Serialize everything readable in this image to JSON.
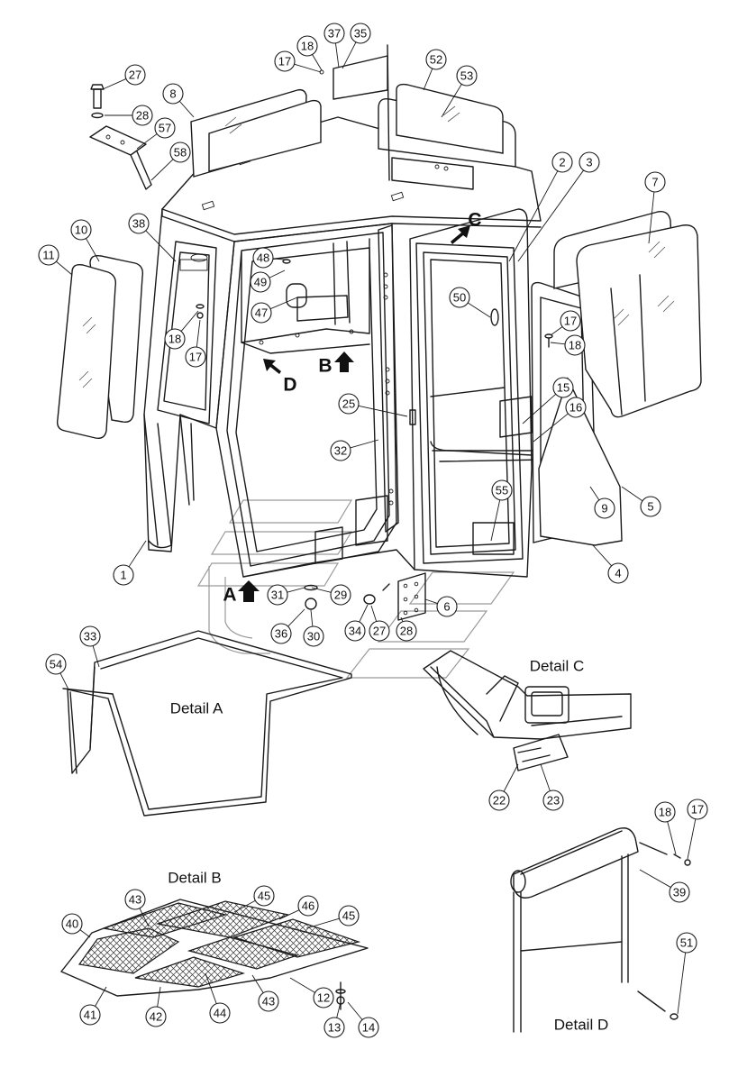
{
  "callouts": [
    {
      "id": "c1",
      "label": "1"
    },
    {
      "id": "c2",
      "label": "2"
    },
    {
      "id": "c3",
      "label": "3"
    },
    {
      "id": "c4",
      "label": "4"
    },
    {
      "id": "c5",
      "label": "5"
    },
    {
      "id": "c6",
      "label": "6"
    },
    {
      "id": "c7",
      "label": "7"
    },
    {
      "id": "c8",
      "label": "8"
    },
    {
      "id": "c9",
      "label": "9"
    },
    {
      "id": "c10",
      "label": "10"
    },
    {
      "id": "c11",
      "label": "11"
    },
    {
      "id": "c12",
      "label": "12"
    },
    {
      "id": "c13",
      "label": "13"
    },
    {
      "id": "c14",
      "label": "14"
    },
    {
      "id": "c15",
      "label": "15"
    },
    {
      "id": "c16",
      "label": "16"
    },
    {
      "id": "c17a",
      "label": "17"
    },
    {
      "id": "c17b",
      "label": "17"
    },
    {
      "id": "c17c",
      "label": "17"
    },
    {
      "id": "c17d",
      "label": "17"
    },
    {
      "id": "c18a",
      "label": "18"
    },
    {
      "id": "c18b",
      "label": "18"
    },
    {
      "id": "c18c",
      "label": "18"
    },
    {
      "id": "c18d",
      "label": "18"
    },
    {
      "id": "c22",
      "label": "22"
    },
    {
      "id": "c23",
      "label": "23"
    },
    {
      "id": "c25",
      "label": "25"
    },
    {
      "id": "c27a",
      "label": "27"
    },
    {
      "id": "c27b",
      "label": "27"
    },
    {
      "id": "c28a",
      "label": "28"
    },
    {
      "id": "c28b",
      "label": "28"
    },
    {
      "id": "c29",
      "label": "29"
    },
    {
      "id": "c30",
      "label": "30"
    },
    {
      "id": "c31",
      "label": "31"
    },
    {
      "id": "c32",
      "label": "32"
    },
    {
      "id": "c33",
      "label": "33"
    },
    {
      "id": "c34",
      "label": "34"
    },
    {
      "id": "c35",
      "label": "35"
    },
    {
      "id": "c36",
      "label": "36"
    },
    {
      "id": "c37",
      "label": "37"
    },
    {
      "id": "c38",
      "label": "38"
    },
    {
      "id": "c39",
      "label": "39"
    },
    {
      "id": "c40",
      "label": "40"
    },
    {
      "id": "c41",
      "label": "41"
    },
    {
      "id": "c42",
      "label": "42"
    },
    {
      "id": "c43a",
      "label": "43"
    },
    {
      "id": "c43b",
      "label": "43"
    },
    {
      "id": "c44",
      "label": "44"
    },
    {
      "id": "c45a",
      "label": "45"
    },
    {
      "id": "c45b",
      "label": "45"
    },
    {
      "id": "c46",
      "label": "46"
    },
    {
      "id": "c47",
      "label": "47"
    },
    {
      "id": "c48",
      "label": "48"
    },
    {
      "id": "c49",
      "label": "49"
    },
    {
      "id": "c50",
      "label": "50"
    },
    {
      "id": "c51",
      "label": "51"
    },
    {
      "id": "c52",
      "label": "52"
    },
    {
      "id": "c53",
      "label": "53"
    },
    {
      "id": "c54",
      "label": "54"
    },
    {
      "id": "c55",
      "label": "55"
    },
    {
      "id": "c57",
      "label": "57"
    },
    {
      "id": "c58",
      "label": "58"
    }
  ],
  "details": {
    "a": "Detail A",
    "b": "Detail B",
    "c": "Detail C",
    "d": "Detail D"
  },
  "views": {
    "a": "A",
    "b": "B",
    "c": "C",
    "d": "D"
  }
}
